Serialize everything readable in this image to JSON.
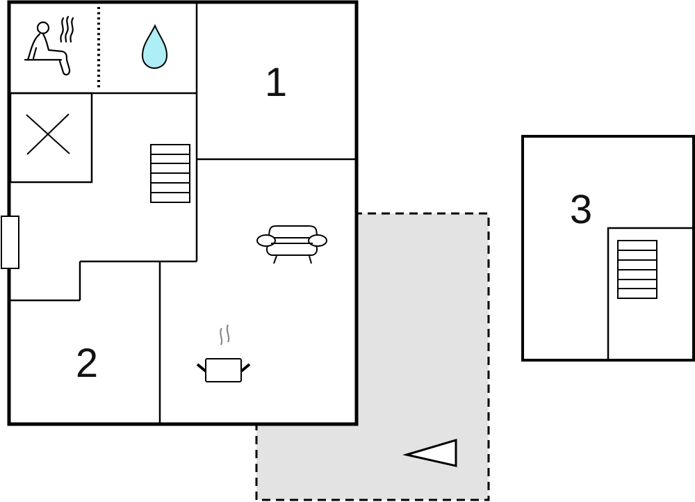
{
  "rooms": [
    {
      "label": "1"
    },
    {
      "label": "2"
    },
    {
      "label": "3"
    }
  ],
  "icons": [
    "sauna-icon",
    "water-drop-icon",
    "stairs-icon",
    "sofa-icon",
    "cooking-pot-icon",
    "entrance-door-icon",
    "view-direction-icon"
  ],
  "colors": {
    "wall": "#000000",
    "terrace": "#e3e3e3",
    "water": "#aeeef5",
    "steam": "#888888"
  }
}
